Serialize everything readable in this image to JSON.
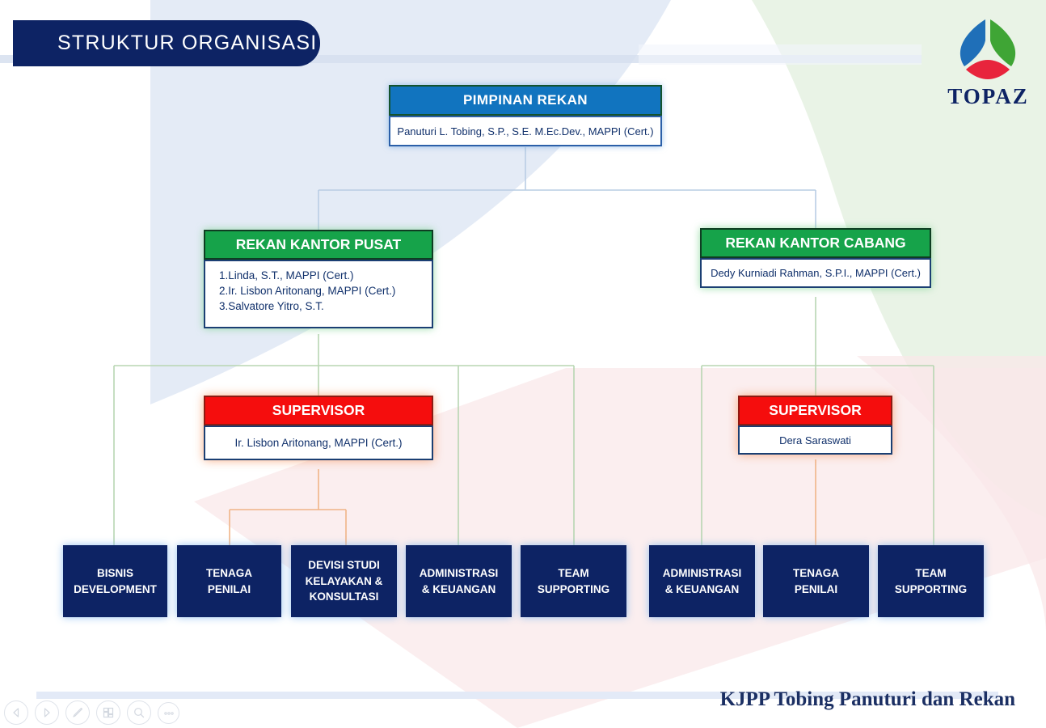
{
  "header": {
    "title": "STRUKTUR ORGANISASI",
    "logo_text": "TOPAZ",
    "logo_icon": "topaz-cube-logo",
    "colors": {
      "banner": "#0d2364",
      "logo_blue": "#1f6fb8",
      "logo_green": "#3fa535",
      "logo_red": "#e8243c"
    }
  },
  "chart": {
    "root": {
      "header": "PIMPINAN REKAN",
      "body": "Panuturi L. Tobing, S.P., S.E. M.Ec.Dev., MAPPI (Cert.)",
      "header_color": "#1174bf"
    },
    "branch_left": {
      "header": "REKAN KANTOR PUSAT",
      "header_color": "#16a34a",
      "members": [
        "1.Linda, S.T., MAPPI (Cert.)",
        "2.Ir. Lisbon Aritonang, MAPPI (Cert.)",
        "3.Salvatore Yitro, S.T."
      ]
    },
    "branch_right": {
      "header": "REKAN KANTOR CABANG",
      "header_color": "#16a34a",
      "body": "Dedy Kurniadi Rahman, S.P.I., MAPPI (Cert.)"
    },
    "supervisor_left": {
      "header": "SUPERVISOR",
      "header_color": "#f50d0d",
      "body": "Ir. Lisbon Aritonang, MAPPI (Cert.)"
    },
    "supervisor_right": {
      "header": "SUPERVISOR",
      "header_color": "#f50d0d",
      "body": "Dera Saraswati"
    },
    "units": [
      {
        "line1": "BISNIS",
        "line2": "DEVELOPMENT",
        "line3": ""
      },
      {
        "line1": "TENAGA",
        "line2": "PENILAI",
        "line3": ""
      },
      {
        "line1": "DEVISI STUDI",
        "line2": "KELAYAKAN &",
        "line3": "KONSULTASI"
      },
      {
        "line1": "ADMINISTRASI",
        "line2": "& KEUANGAN",
        "line3": ""
      },
      {
        "line1": "TEAM",
        "line2": "SUPPORTING",
        "line3": ""
      },
      {
        "line1": "ADMINISTRASI",
        "line2": "& KEUANGAN",
        "line3": ""
      },
      {
        "line1": "TENAGA",
        "line2": "PENILAI",
        "line3": ""
      },
      {
        "line1": "TEAM",
        "line2": "SUPPORTING",
        "line3": ""
      }
    ],
    "unit_color": "#0d2364"
  },
  "footer": {
    "company": "KJPP Tobing Panuturi dan Rekan"
  },
  "toolbar": {
    "items": [
      {
        "icon": "previous-slide-icon",
        "label": "Previous"
      },
      {
        "icon": "next-slide-icon",
        "label": "Next"
      },
      {
        "icon": "pen-icon",
        "label": "Pen"
      },
      {
        "icon": "slide-grid-icon",
        "label": "All Slides"
      },
      {
        "icon": "magnifier-icon",
        "label": "Zoom"
      },
      {
        "icon": "more-options-icon",
        "label": "More"
      }
    ]
  }
}
